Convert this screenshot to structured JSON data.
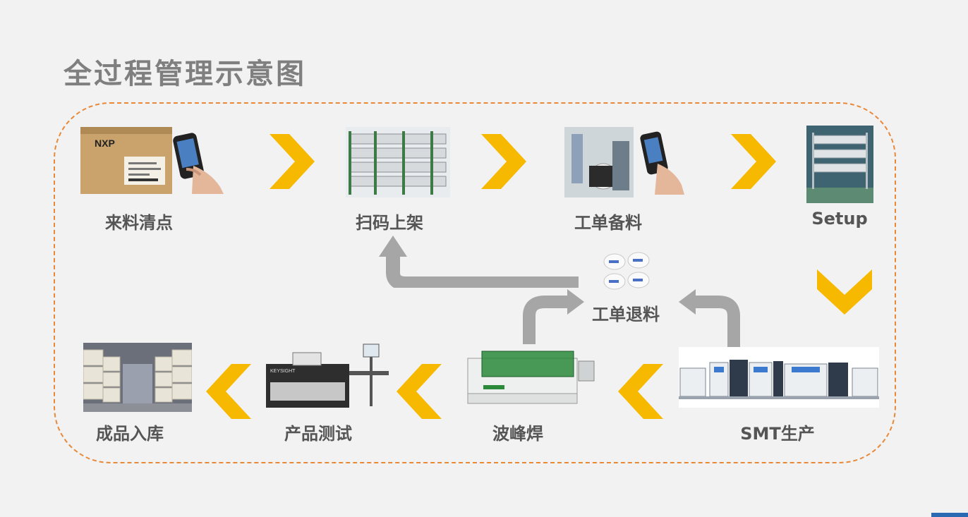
{
  "title": "全过程管理示意图",
  "steps": {
    "s1": {
      "label": "来料清点"
    },
    "s2": {
      "label": "扫码上架"
    },
    "s3": {
      "label": "工单备料"
    },
    "s4": {
      "label": "Setup"
    },
    "s5": {
      "label": "SMT生产"
    },
    "s6": {
      "label": "波峰焊"
    },
    "s7": {
      "label": "产品测试"
    },
    "s8": {
      "label": "成品入库"
    },
    "return": {
      "label": "工单退料"
    }
  },
  "brand_marks": {
    "nxp": "NXP",
    "keysight": "KEYSIGHT"
  },
  "colors": {
    "chevron": "#f7b900",
    "return_arrow": "#a6a6a6",
    "frame": "#e8893a"
  }
}
